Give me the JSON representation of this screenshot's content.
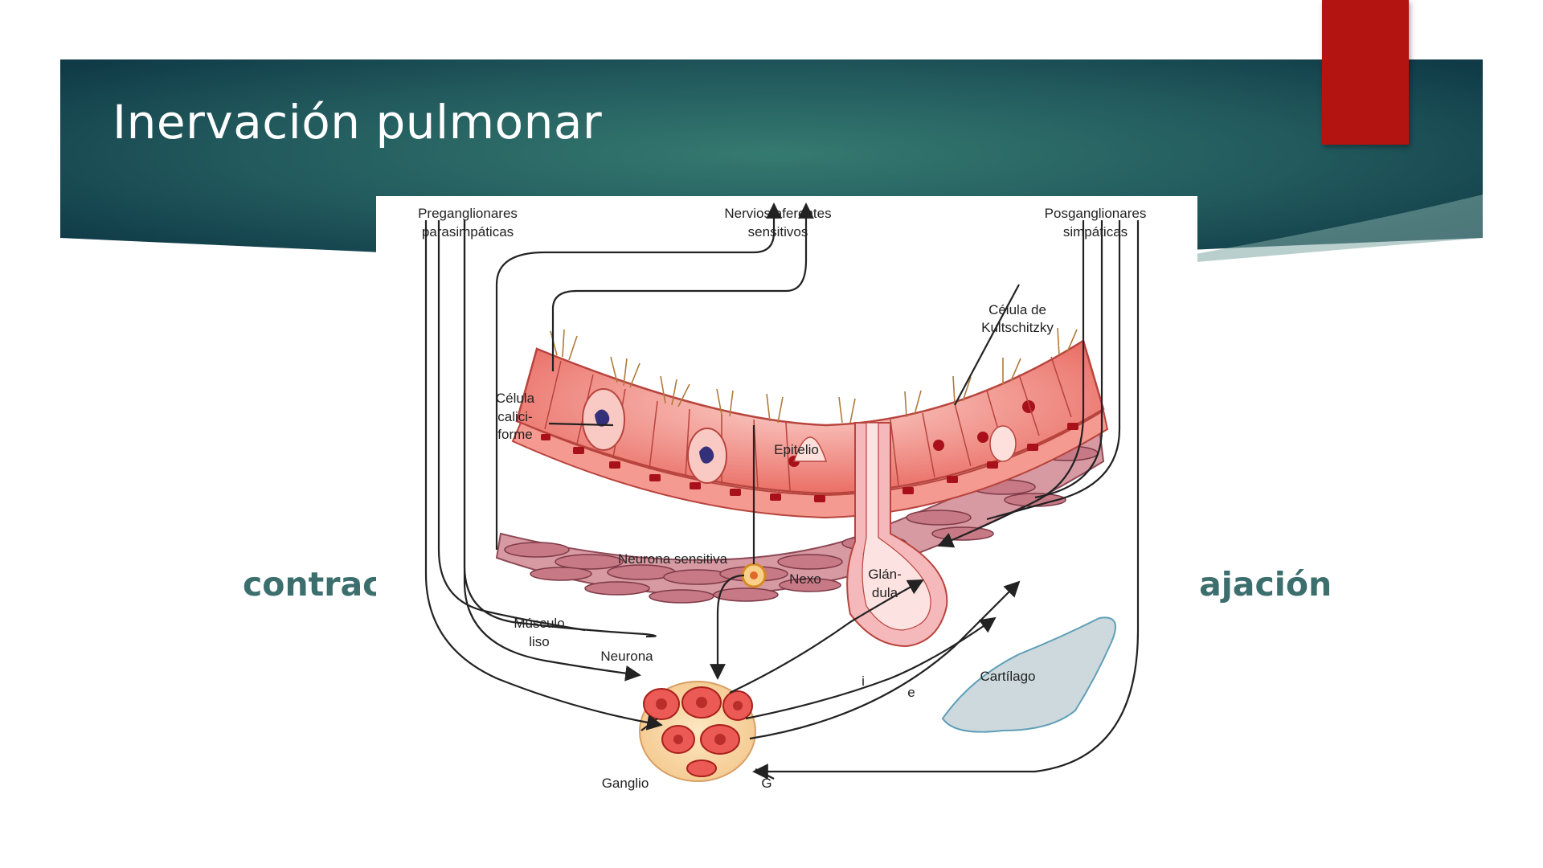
{
  "slide": {
    "title": "Inervación pulmonar",
    "left_label": "contracción",
    "right_label": "relajación"
  },
  "colors": {
    "header_dark": "#0f3f48",
    "header_mid": "#2e6e68",
    "accent_red": "#b31412",
    "side_label": "#3d6e6e",
    "cell_pink": "#f08a82",
    "muscle": "#c97b86",
    "cartilage": "#cdd9dc"
  },
  "diagram": {
    "preganglionic_1": "Preganglionares",
    "preganglionic_2": "parasimpáticas",
    "afferent_1": "Nervios aferentes",
    "afferent_2": "sensitivos",
    "postganglionic_1": "Posganglionares",
    "postganglionic_2": "simpáticas",
    "kultschitzky_1": "Célula de",
    "kultschitzky_2": "Kultschitzky",
    "goblet_1": "Célula",
    "goblet_2": "calici-",
    "goblet_3": "forme",
    "epithelium": "Epitelio",
    "sensory_neuron": "Neurona sensitiva",
    "nexus": "Nexo",
    "gland_1": "Glán-",
    "gland_2": "dula",
    "smooth_muscle_1": "Músculo",
    "smooth_muscle_2": "liso",
    "neuron": "Neurona",
    "cartilage": "Cartílago",
    "ganglion": "Ganglio",
    "g_label": "G",
    "i_label": "i",
    "e_label": "e"
  }
}
